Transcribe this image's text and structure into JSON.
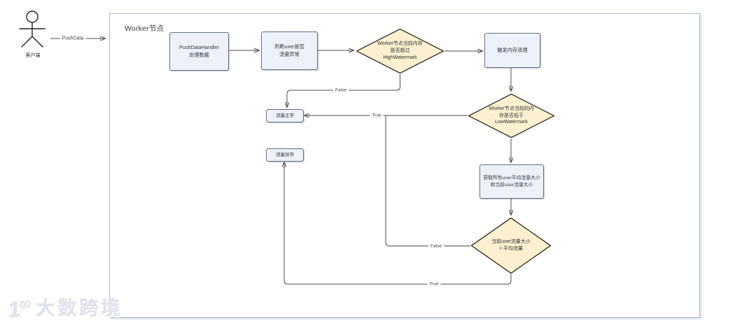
{
  "container": {
    "title": "Worker节点"
  },
  "actor": {
    "label": "客户端"
  },
  "edges": {
    "pushdata": "PushData",
    "high_false": "False",
    "low_true": "True",
    "avg_false": "False",
    "avg_true": "True"
  },
  "nodes": {
    "push_data_handler": {
      "line1": "PushDataHandler",
      "line2": "处理数据"
    },
    "judge_user_traffic": {
      "line1": "判断user是否",
      "line2": "流量异常"
    },
    "decision_highwatermark": {
      "line1": "Worker节点当前内存",
      "line2": "是否超过",
      "line3": "HighWatermark"
    },
    "trigger_memory_cleanup": {
      "line1": "触发内存清理"
    },
    "decision_lowwatermark": {
      "line1": "Worker节点当前的内",
      "line2": "存是否低于",
      "line3": "LowWatermark"
    },
    "get_traffic_sizes": {
      "line1": "获取所有user平均流量大小",
      "line2": "和当前user流量大小"
    },
    "decision_traffic_gt_avg": {
      "line1": "当前user流量大小",
      "line2": "> 平均流量"
    },
    "traffic_normal": {
      "label": "流量正常"
    },
    "traffic_abnormal": {
      "label": "流量异常"
    }
  },
  "watermark": {
    "logo_digit": "1",
    "logo_rings": "00",
    "brand": "大数跨境"
  },
  "colors": {
    "box_fill": "#edf2fa",
    "box_border": "#66707e",
    "diamond_fill": "#fbf1d1",
    "diamond_border": "#40382a",
    "edge_line": "#4c4c4c",
    "container_border": "#aebcd3"
  }
}
